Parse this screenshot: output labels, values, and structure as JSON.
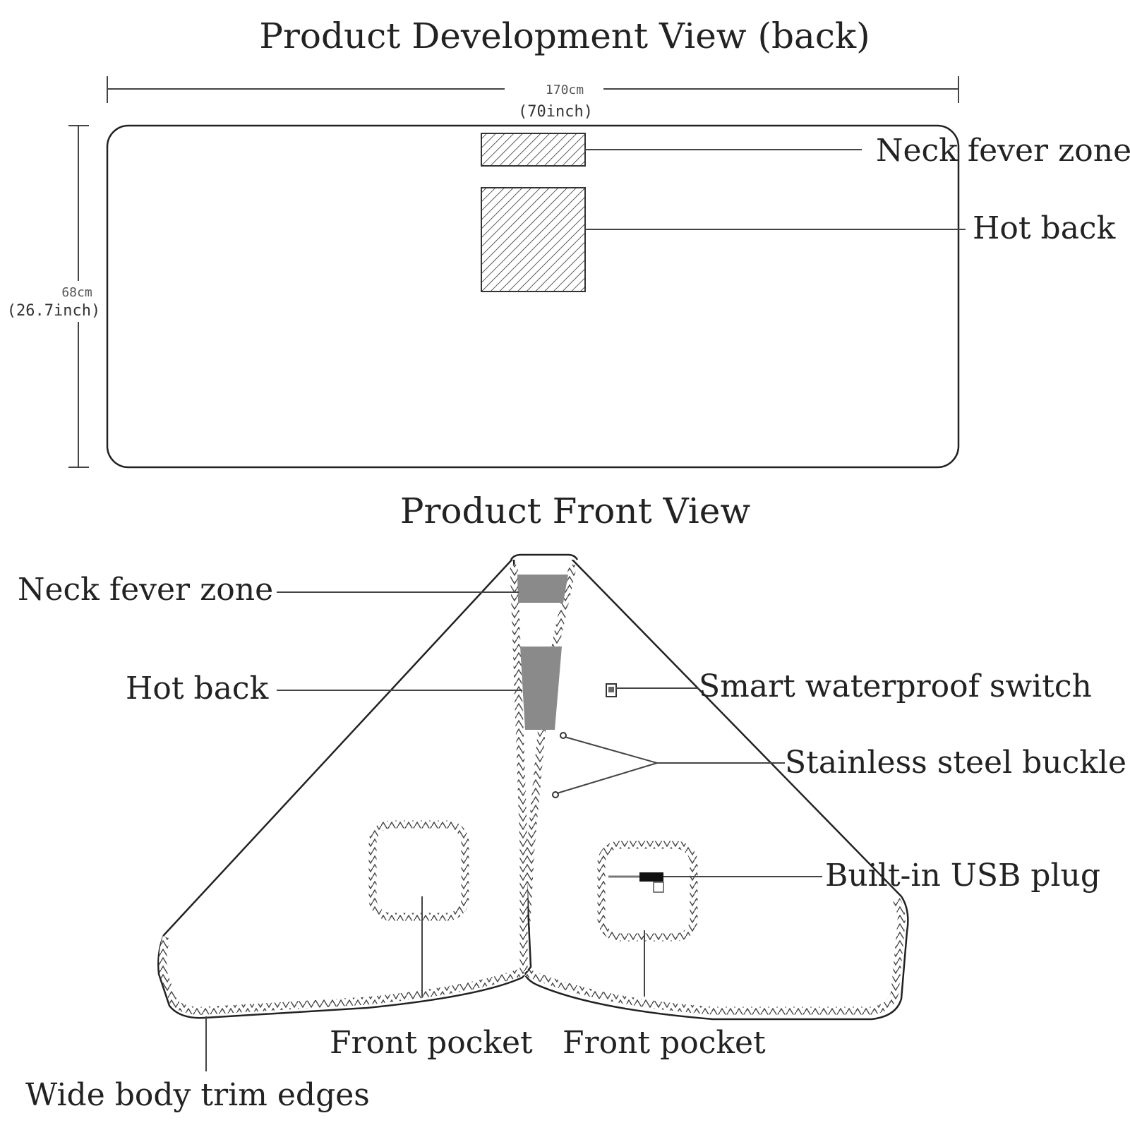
{
  "back_view": {
    "title": "Product Development View (back)",
    "width_cm": "170cm",
    "width_in": "(70inch)",
    "height_cm": "68cm",
    "height_in": "(26.7inch)",
    "neck_label": "Neck fever zone",
    "back_label": "Hot back"
  },
  "front_view": {
    "title": "Product Front View",
    "labels": {
      "neck": "Neck fever zone",
      "back": "Hot back",
      "switch": "Smart waterproof switch",
      "buckle": "Stainless steel buckle",
      "usb": "Built-in USB plug",
      "pocket_left": "Front pocket",
      "pocket_right": "Front pocket",
      "trim": "Wide body trim edges"
    }
  },
  "colors": {
    "heating_zone": "#8a8a8a",
    "line": "#444444"
  }
}
